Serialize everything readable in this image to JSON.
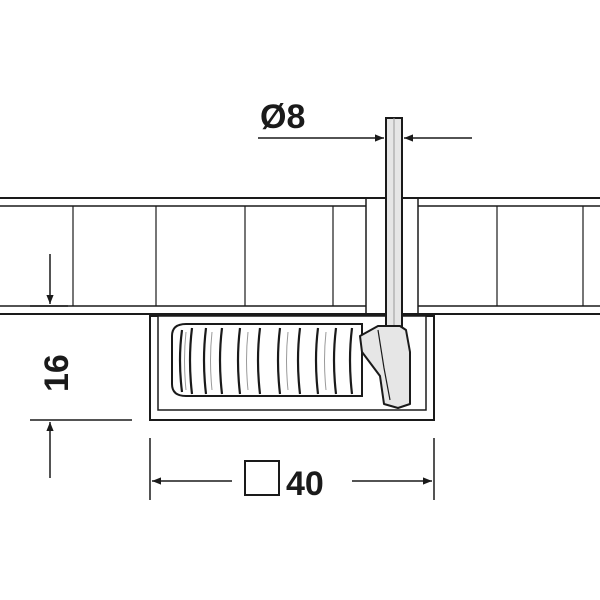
{
  "dimensions": {
    "diameter_label": "Ø8",
    "height_label": "16",
    "width_label": "40"
  },
  "colors": {
    "line": "#1a1a1a",
    "panel_fill": "#ffffff",
    "shading": "#e6e6e6",
    "background": "#ffffff"
  },
  "icons": {
    "width_prefix": "square-symbol"
  }
}
